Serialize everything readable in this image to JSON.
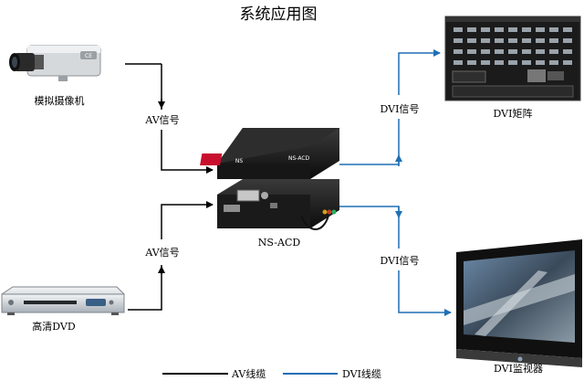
{
  "title": "系统应用图",
  "devices": {
    "camera": "模拟摄像机",
    "dvd": "高清DVD",
    "converter": "NS-ACD",
    "matrix": "DVI矩阵",
    "monitor": "DVI监视器"
  },
  "links": {
    "av_top": "AV信号",
    "av_bottom": "AV信号",
    "dvi_top": "DVI信号",
    "dvi_bottom": "DVI信号"
  },
  "device_text": {
    "converter_model": "NS-ACD",
    "converter_logo": "NS",
    "camera_badge": "CE"
  },
  "legend": {
    "av_cable": "AV线缆",
    "dvi_cable": "DVI线缆"
  },
  "colors": {
    "av_line": "#000000",
    "dvi_line": "#1e6fb5"
  }
}
